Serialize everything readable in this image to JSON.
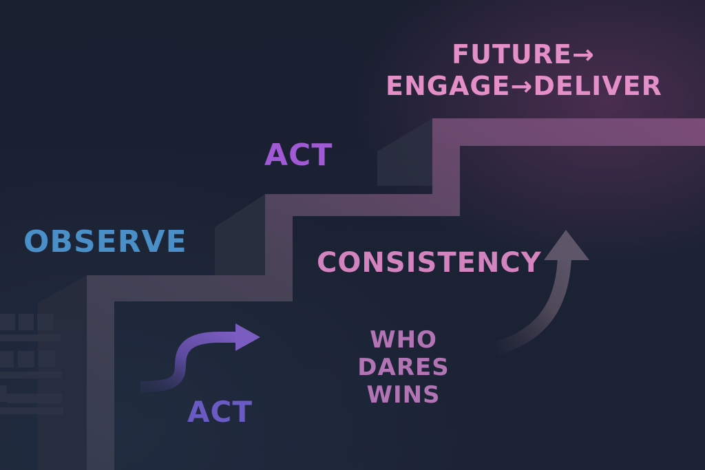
{
  "labels": {
    "observe": "OBSERVE",
    "act_top": "ACT",
    "consistency": "CONSISTENCY",
    "act_bottom": "ACT"
  },
  "future": {
    "line1": "FUTURE→",
    "line2": "ENGAGE→DELIVER"
  },
  "motto": {
    "line1": "WHO",
    "line2": "DARES",
    "line3": "WINS"
  },
  "colors": {
    "background": "#1a2132",
    "observe": "#4a8fc8",
    "act_top": "#a259d6",
    "consistency": "#d383bd",
    "act_bottom": "#6a5bc4",
    "future": "#e48fc8",
    "motto": "#b274b4",
    "staircase": "#3f4556",
    "staircase_glow": "#8a4f86",
    "arrow_small": "#6f55b0",
    "arrow_large": "#5a5264"
  },
  "icons": {
    "arrow_small": "curved-up-arrow-icon",
    "arrow_large": "curved-up-arrow-icon",
    "grid_blocks": "block-grid-decoration"
  }
}
